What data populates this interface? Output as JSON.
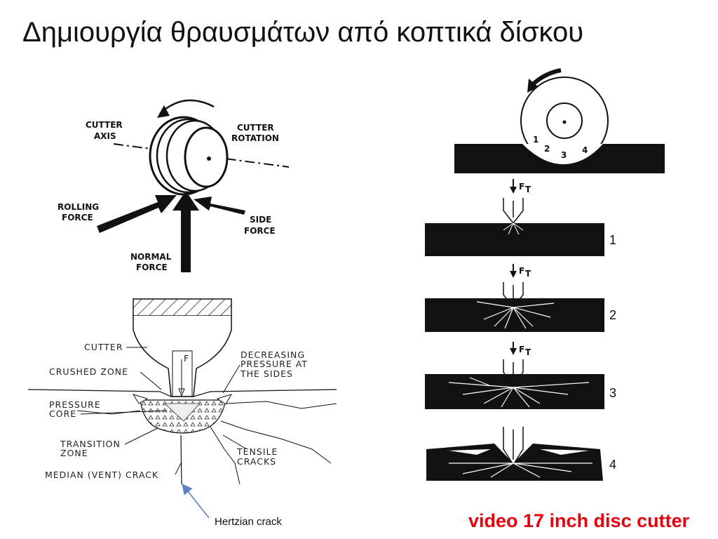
{
  "title": "Δημιουργία θραυσμάτων από κοπτικά δίσκου",
  "fig_forces": {
    "cutter_axis": [
      "CUTTER",
      "AXIS"
    ],
    "cutter_rotation": [
      "CUTTER",
      "ROTATION"
    ],
    "rolling_force": [
      "ROLLING",
      "FORCE"
    ],
    "side_force": [
      "SIDE",
      "FORCE"
    ],
    "normal_force": [
      "NORMAL",
      "FORCE"
    ]
  },
  "fig_zones": {
    "cutter": "CUTTER",
    "crushed_zone": "CRUSHED ZONE",
    "pressure_core": [
      "PRESSURE",
      "CORE"
    ],
    "transition_zone": [
      "TRANSITION",
      "ZONE"
    ],
    "median_crack": "MEDIAN (VENT) CRACK",
    "decreasing_pressure": [
      "DECREASING",
      "PRESSURE AT",
      "THE SIDES"
    ],
    "tensile_cracks": [
      "TENSILE",
      "CRACKS"
    ],
    "force_label": "F",
    "hertzian_crack": "Hertzian crack"
  },
  "fig_stages": {
    "disc_positions": [
      "1",
      "2",
      "3",
      "4"
    ],
    "force_symbol": "F",
    "force_subscript": "T",
    "stage_numbers": [
      "1",
      "2",
      "3",
      "4"
    ]
  },
  "video_link": "video 17 inch disc cutter",
  "colors": {
    "link": "#e8000f",
    "annotation_arrow": "#5b7fc0"
  }
}
